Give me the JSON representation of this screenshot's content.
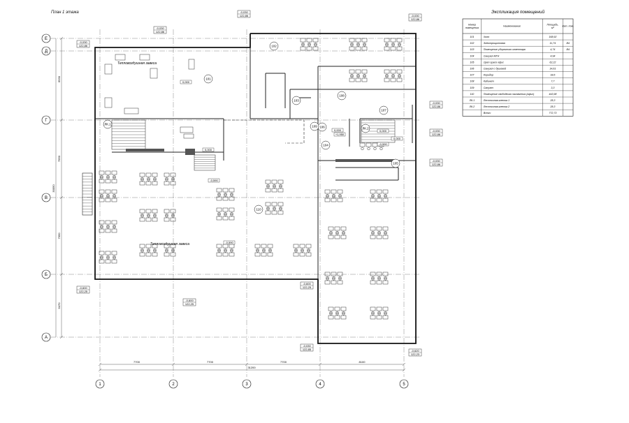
{
  "plan_title": "План 1 этажа",
  "explication": {
    "title": "Экспликация помещений",
    "headers": [
      "Номер помещения",
      "Наименование",
      "Площадь, м²",
      "Кат. пом."
    ],
    "rows": [
      {
        "num": "101",
        "name": "Холл",
        "area": "168,92",
        "cat": ""
      },
      {
        "num": "102",
        "name": "Электрощитовая",
        "area": "11,74",
        "cat": "В4"
      },
      {
        "num": "103",
        "name": "Помещение уборочного инвентаря",
        "area": "4,74",
        "cat": "В4"
      },
      {
        "num": "104",
        "name": "Санузел МГН",
        "area": "4,94",
        "cat": ""
      },
      {
        "num": "105",
        "name": "Open space офис",
        "area": "62,22",
        "cat": ""
      },
      {
        "num": "106",
        "name": "Санузел с душевой",
        "area": "14,61",
        "cat": ""
      },
      {
        "num": "107",
        "name": "Коридор",
        "area": "18,6",
        "cat": ""
      },
      {
        "num": "108",
        "name": "Кабинет",
        "area": "7,7",
        "cat": ""
      },
      {
        "num": "109",
        "name": "Санузел",
        "area": "3,3",
        "cat": ""
      },
      {
        "num": "110",
        "name": "Помещение свободного назначения (офис)",
        "area": "443,98",
        "cat": ""
      },
      {
        "num": "ЛК.1",
        "name": "Лестничная клетка 1",
        "area": "28,3",
        "cat": ""
      },
      {
        "num": "ЛК.2",
        "name": "Лестничная клетка 2",
        "area": "28,3",
        "cat": ""
      },
      {
        "num": "",
        "name": "Всего:",
        "area": "772,73",
        "cat": ""
      }
    ]
  },
  "axes": {
    "vertical": [
      "1",
      "2",
      "3",
      "4",
      "5"
    ],
    "horizontal": [
      "Е",
      "Д",
      "Г",
      "В",
      "Б",
      "А"
    ]
  },
  "dimensions": {
    "bottom_spans": [
      "7700",
      "7700",
      "7700",
      "8100"
    ],
    "bottom_total": "31200",
    "left_spans": [
      "6930",
      "7950",
      "7950",
      "6470"
    ],
    "left_total": "30050"
  },
  "levels": [
    {
      "id": "lvl-top-left",
      "mark": "-0,030",
      "abs": "122,86"
    },
    {
      "id": "lvl-top-mid1",
      "mark": "-0,030",
      "abs": "122,86"
    },
    {
      "id": "lvl-top-mid2",
      "mark": "-0,030",
      "abs": "122,86"
    },
    {
      "id": "lvl-top-right",
      "mark": "-0,030",
      "abs": "122,86"
    },
    {
      "id": "lvl-r1",
      "mark": "-0,030",
      "abs": "122,86"
    },
    {
      "id": "lvl-r2",
      "mark": "-0,030",
      "abs": "122,86"
    },
    {
      "id": "lvl-r3",
      "mark": "-0,030",
      "abs": "122,86"
    },
    {
      "id": "lvl-bl",
      "mark": "-0,600",
      "abs": "122,25"
    },
    {
      "id": "lvl-bm",
      "mark": "-0,600",
      "abs": "122,25"
    },
    {
      "id": "lvl-bm2",
      "mark": "-0,600",
      "abs": "122,25"
    },
    {
      "id": "lvl-br",
      "mark": "-0,030",
      "abs": "122,85"
    },
    {
      "id": "lvl-br2",
      "mark": "-0,620",
      "abs": "122,23"
    }
  ],
  "room_tags": [
    "101",
    "102",
    "103",
    "104",
    "105",
    "106",
    "107",
    "108",
    "109",
    "110",
    "ЛК.1",
    "ЛК.2"
  ],
  "notes": [
    "Тепловоздушная завеса",
    "Тепловоздушная завеса"
  ],
  "inner_levels": [
    "0,000",
    "-0,590",
    "-0,590",
    "0,000",
    "-0,590",
    "0,000",
    "+1,950",
    "0,000",
    "0,000"
  ]
}
